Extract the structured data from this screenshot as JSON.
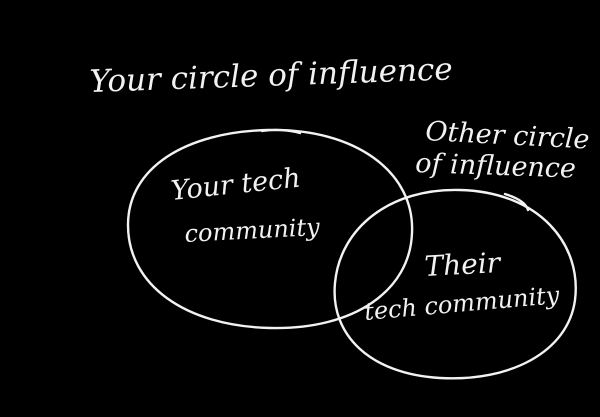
{
  "background_color": "#000000",
  "ink_color": "#f2f2f2",
  "diagram": {
    "title": "Your circle of influence",
    "other_label": [
      "Other circle",
      "of influence"
    ],
    "circles": [
      {
        "name": "your-circle",
        "label_lines": [
          "Your tech",
          "community"
        ]
      },
      {
        "name": "their-circle",
        "label_lines": [
          "Their",
          "tech community"
        ]
      }
    ]
  }
}
